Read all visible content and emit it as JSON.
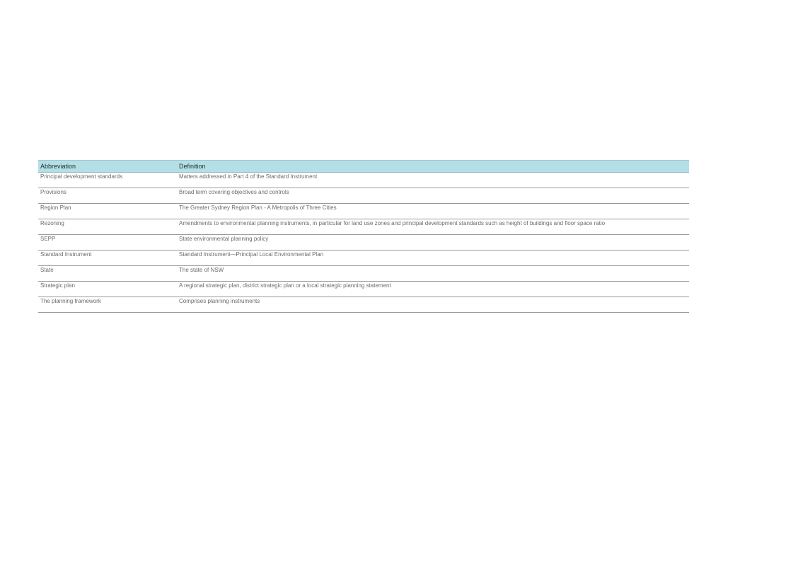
{
  "table": {
    "headers": {
      "abbreviation": "Abbreviation",
      "definition": "Definition"
    },
    "rows": [
      {
        "abbreviation": "Principal development standards",
        "definition": "Matters addressed in Part 4 of the Standard Instrument"
      },
      {
        "abbreviation": "Provisions",
        "definition": "Broad term covering objectives and controls"
      },
      {
        "abbreviation": "Region Plan",
        "definition": "The Greater Sydney Region Plan - A Metropolis of Three Cities"
      },
      {
        "abbreviation": "Rezoning",
        "definition": "Amendments to environmental planning instruments, in particular for land use zones and principal development standards such as height of buildings and floor space ratio"
      },
      {
        "abbreviation": "SEPP",
        "definition": "State environmental planning policy"
      },
      {
        "abbreviation": "Standard Instrument",
        "definition": "Standard Instrument—Principal Local Environmental Plan"
      },
      {
        "abbreviation": "State",
        "definition": "The state of NSW"
      },
      {
        "abbreviation": "Strategic plan",
        "definition": "A regional strategic plan, district strategic plan or a local strategic planning statement"
      },
      {
        "abbreviation": "The planning framework",
        "definition": "Comprises planning instruments"
      }
    ]
  },
  "colors": {
    "header_background": "#b5dfe6",
    "row_text": "#6b6b6b",
    "row_divider": "#9a9a9a"
  }
}
